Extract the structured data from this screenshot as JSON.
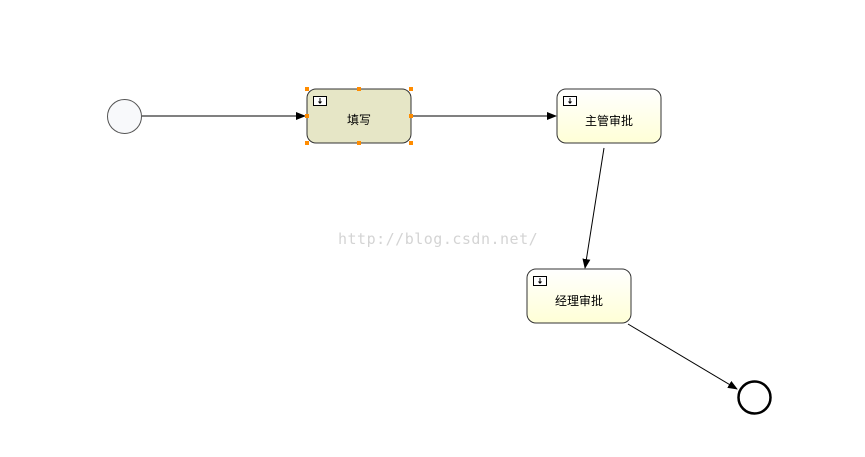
{
  "diagram": {
    "tasks": [
      {
        "id": "task-fill",
        "label": "填写"
      },
      {
        "id": "task-supervisor-approval",
        "label": "主管审批"
      },
      {
        "id": "task-manager-approval",
        "label": "经理审批"
      }
    ],
    "watermark": "http://blog.csdn.net/"
  },
  "colors": {
    "selected_task_fill": "#e6e6c6",
    "task_fill_top": "#ffffff",
    "task_fill_bottom": "#ffffd8",
    "selection_handle": "#ff8c00",
    "start_event_fill": "#f8f9fb",
    "stroke": "#000000"
  },
  "icons": {
    "task_marker": "user-task-icon"
  }
}
